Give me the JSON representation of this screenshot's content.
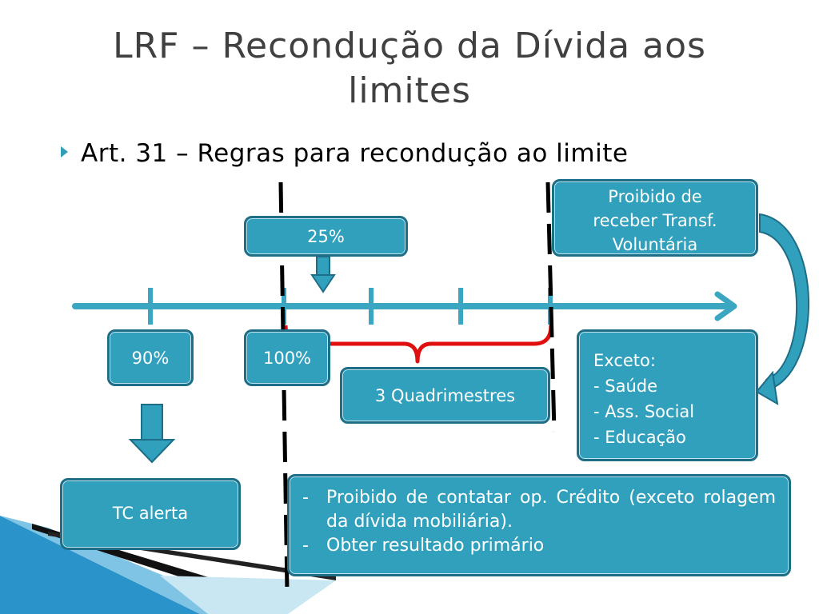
{
  "slide": {
    "title": "LRF – Recondução da Dívida aos limites",
    "bullet": "Art. 31 – Regras para recondução ao limite"
  },
  "boxes": {
    "pct25": "25%",
    "pct90": "90%",
    "pct100": "100%",
    "quadrimestres": "3 Quadrimestres",
    "tc_alerta": "TC alerta",
    "proibido_transf": [
      "Proibido de",
      "receber Transf.",
      "Voluntária"
    ],
    "exceto": [
      "Exceto:",
      "- Saúde",
      "- Ass. Social",
      "- Educação"
    ],
    "restricoes": [
      {
        "dash": "-",
        "text": "Proibido de contatar op. Crédito (exceto rolagem da dívida mobiliária)."
      },
      {
        "dash": "-",
        "text": "Obter resultado  primário"
      }
    ]
  },
  "colors": {
    "box_fill": "#31a0bd",
    "box_border": "#1d6e86",
    "timeline": "#3aa6c1",
    "brace": "#e01010",
    "dashed": "#000000"
  }
}
